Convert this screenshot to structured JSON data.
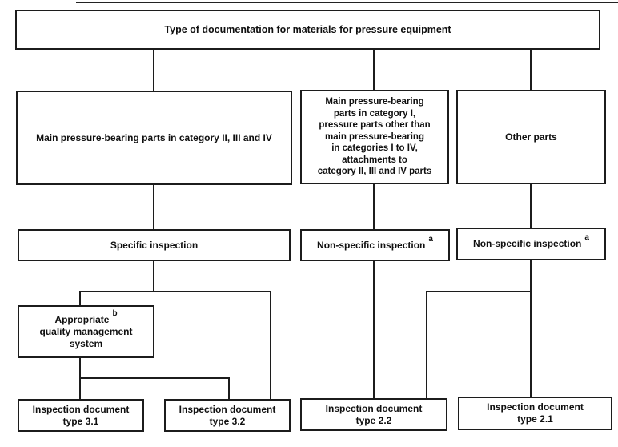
{
  "nodes": {
    "root": {
      "label": "Type of documentation for materials for pressure equipment"
    },
    "main_cat_2_3_4": {
      "label": "Main pressure-bearing parts in category II, III and IV"
    },
    "main_cat_1": {
      "lines": [
        "Main pressure-bearing",
        "parts in category I,",
        "pressure parts other than",
        "main pressure-bearing",
        "in categories I to IV,",
        "attachments to",
        "category II, III and IV parts"
      ]
    },
    "other_parts": {
      "label": "Other parts"
    },
    "specific_inspection": {
      "label": "Specific inspection"
    },
    "nonspecific_inspection_mid": {
      "label": "Non-specific inspection",
      "footnote": "a"
    },
    "nonspecific_inspection_right": {
      "label": "Non-specific inspection",
      "footnote": "a"
    },
    "qms": {
      "line1": "Appropriate",
      "footnote": "b",
      "line2": "quality management",
      "line3": "system"
    },
    "doc_3_1": {
      "line1": "Inspection document",
      "line2": "type 3.1"
    },
    "doc_3_2": {
      "line1": "Inspection document",
      "line2": "type 3.2"
    },
    "doc_2_2": {
      "line1": "Inspection document",
      "line2": "type 2.2"
    },
    "doc_2_1": {
      "line1": "Inspection document",
      "line2": "type 2.1"
    }
  },
  "colors": {
    "line": "#1c1c1c",
    "text": "#101010",
    "background": "#ffffff"
  }
}
